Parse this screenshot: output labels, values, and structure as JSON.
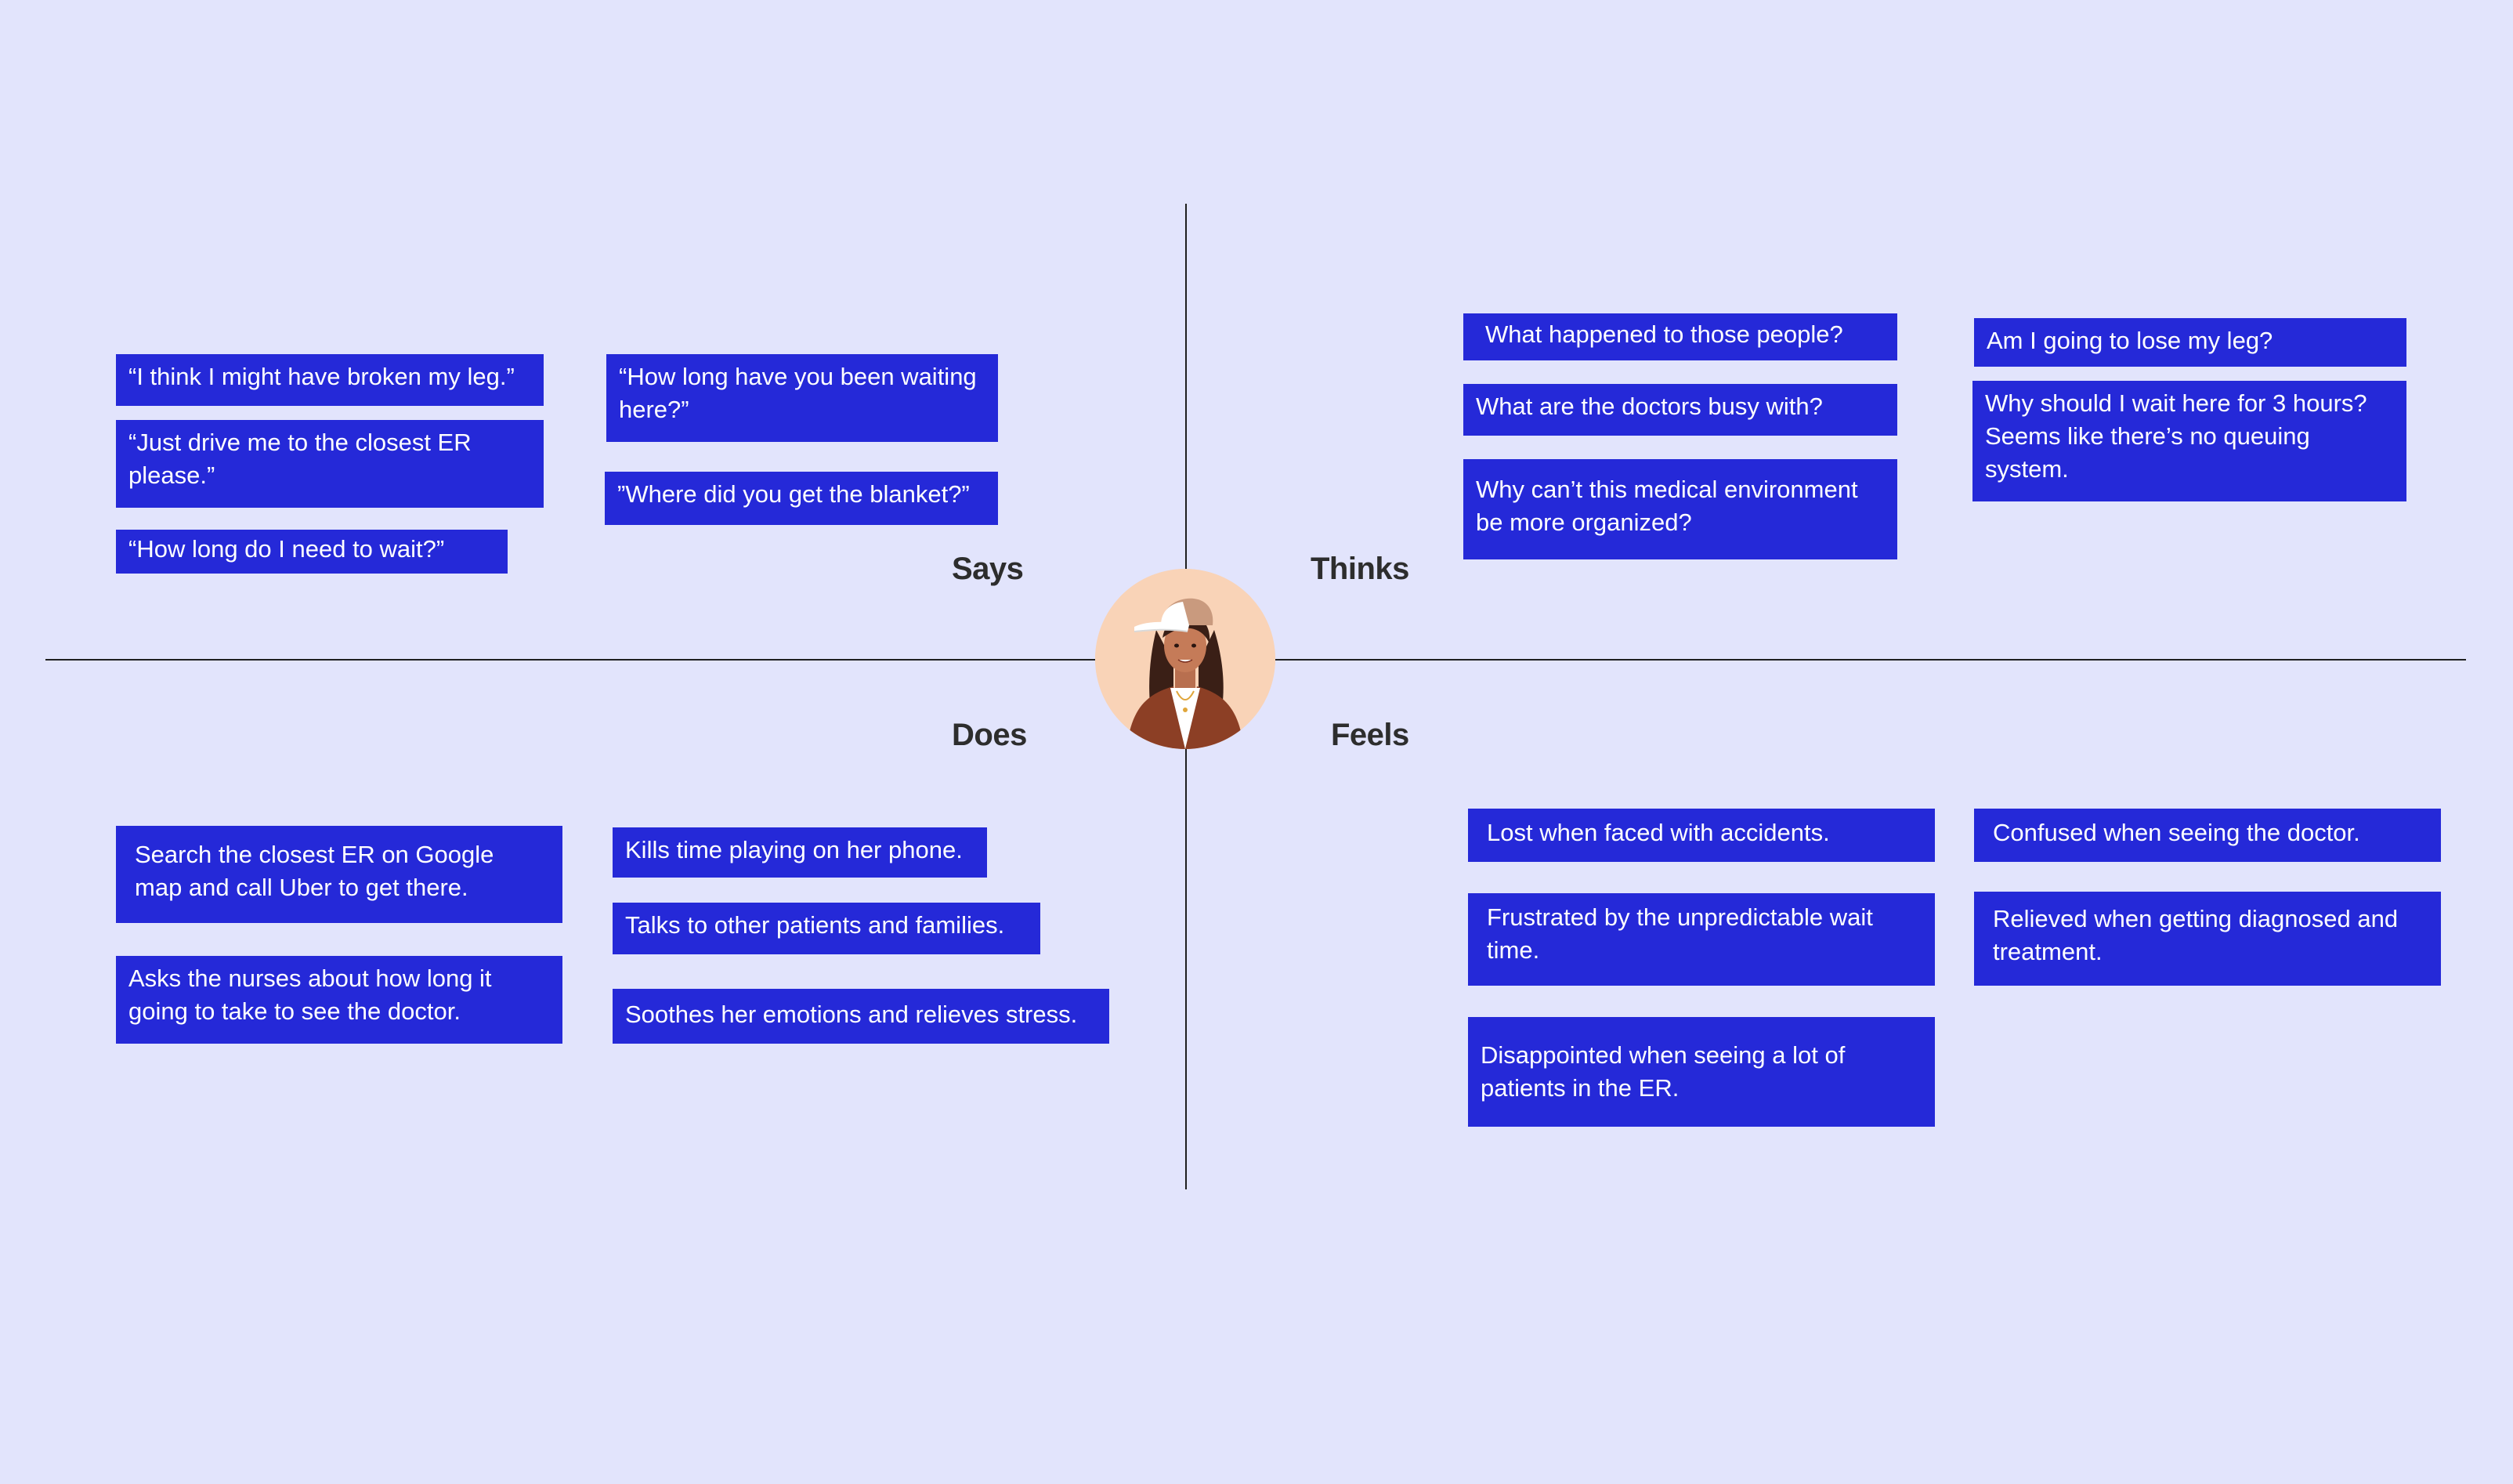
{
  "quadrants": {
    "says": {
      "label": "Says",
      "notes": [
        "“I think I might have broken my leg.”",
        "“Just drive me to the closest ER please.”",
        "“How long do I need to wait?”",
        "“How long have you been waiting here?”",
        "”Where did you get the blanket?”"
      ]
    },
    "thinks": {
      "label": "Thinks",
      "notes": [
        "What happened to those people?",
        "What are the doctors busy with?",
        "Why can’t this medical environment be more organized?",
        "Am I going to lose my leg?",
        "Why should I wait here for 3 hours? Seems like there’s no queuing system."
      ]
    },
    "does": {
      "label": "Does",
      "notes": [
        "Search the closest ER on Google map and call Uber to get there.",
        "Asks the nurses about how long it going to take to see the doctor.",
        "Kills time playing on her phone.",
        "Talks to other patients and families.",
        "Soothes her emotions and relieves stress."
      ]
    },
    "feels": {
      "label": "Feels",
      "notes": [
        "Lost when faced with accidents.",
        "Frustrated by the unpredictable wait time.",
        "Disappointed when seeing a lot of patients in the ER.",
        "Confused when seeing the doctor.",
        "Relieved when getting diagnosed and treatment."
      ]
    }
  },
  "colors": {
    "background": "#E2E4FC",
    "note": "#2529D8",
    "note_text": "#FFFFFF",
    "label": "#2D2D2D",
    "axis": "#1F1F1F"
  },
  "persona": {
    "icon": "persona-avatar-icon"
  }
}
